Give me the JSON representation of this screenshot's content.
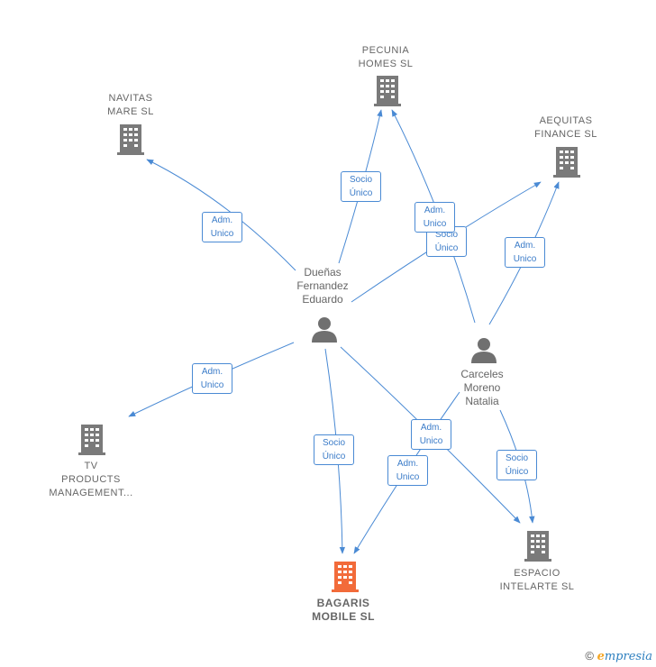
{
  "companies": {
    "navitas": "NAVITAS\nMARE  SL",
    "pecunia": "PECUNIA\nHOMES  SL",
    "aequitas": "AEQUITAS\nFINANCE  SL",
    "tv": "TV\nPRODUCTS\nMANAGEMENT...",
    "bagaris": "BAGARIS\nMOBILE  SL",
    "espacio": "ESPACIO\nINTELARTE  SL"
  },
  "persons": {
    "duenas": "Dueñas\nFernandez\nEduardo",
    "carceles": "Carceles\nMoreno\nNatalia"
  },
  "relations": {
    "adm_unico": "Adm.\nUnico",
    "socio_unico": "Socio\nÚnico"
  },
  "footer": {
    "copyright": "©",
    "brand_e": "e",
    "brand_rest": "mpresia"
  },
  "colors": {
    "edge": "#4a8ad4",
    "company": "#7a7a7a",
    "focus_company": "#f26b3a",
    "person": "#707070"
  }
}
